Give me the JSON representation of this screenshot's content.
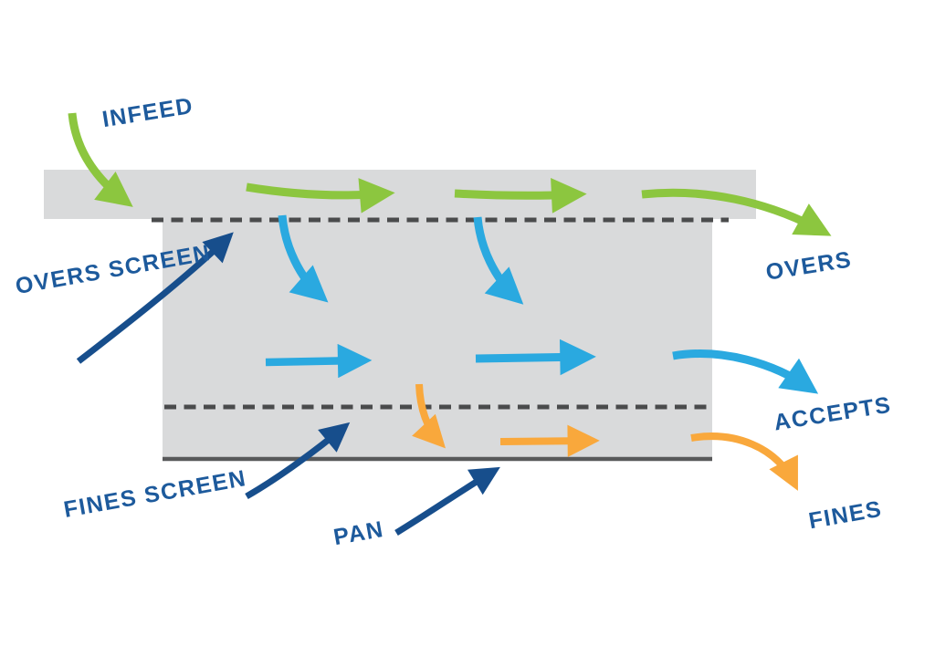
{
  "diagram": {
    "type": "screening-process-flow-diagram",
    "labels": {
      "infeed": "INFEED",
      "overs_screen": "OVERS SCREEN",
      "overs": "OVERS",
      "accepts": "ACCEPTS",
      "fines_screen": "FINES SCREEN",
      "pan": "PAN",
      "fines": "FINES"
    },
    "streams": [
      {
        "name": "infeed-to-overs",
        "color_key": "green"
      },
      {
        "name": "accepts",
        "color_key": "blue"
      },
      {
        "name": "fines",
        "color_key": "orange"
      },
      {
        "name": "callout-pointers",
        "color_key": "navy"
      }
    ]
  },
  "colors": {
    "green": "#8cc63f",
    "blue": "#2aa9e0",
    "orange": "#f9a83c",
    "navy": "#174e8c",
    "label": "#1d5a9c",
    "deck": "#d9dadb",
    "dash": "#4a4b4c",
    "pan-line": "#58595a",
    "background": "#ffffff"
  }
}
